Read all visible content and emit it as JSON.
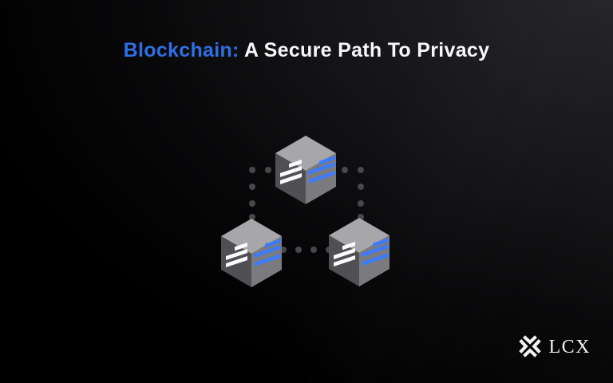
{
  "title": {
    "highlight": "Blockchain:",
    "rest": " A Secure Path To Privacy"
  },
  "logo": {
    "text": "LCX"
  },
  "illustration": {
    "name": "blockchain-network-diagram",
    "node_count": 3
  },
  "colors": {
    "accent": "#2F6FE6",
    "title_text": "#F6F7F9",
    "background": "#000000",
    "background_glow": "#26262B",
    "cube_top": "#A7A7AA",
    "cube_left": "#4F4F54",
    "cube_right": "#7B7B7F",
    "bar_white": "#FBFBFB",
    "bar_blue": "#3E7BF5",
    "dot": "#48484B",
    "logo_white": "#F2F2F2"
  }
}
